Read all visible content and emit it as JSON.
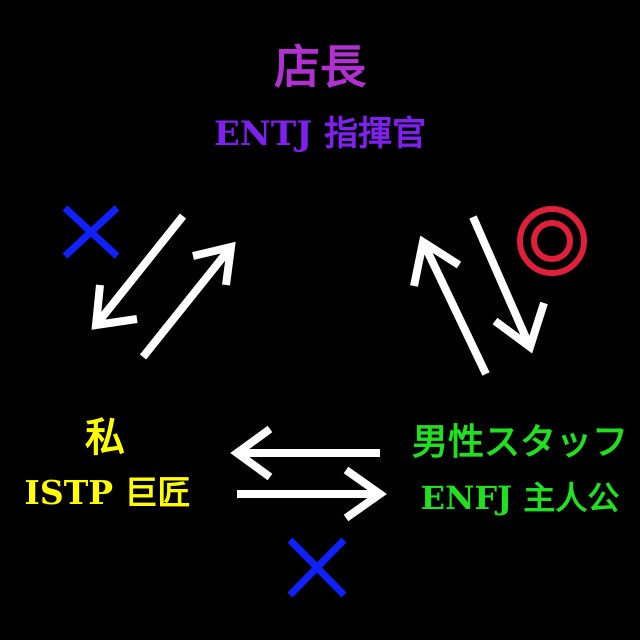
{
  "colors": {
    "background": "#000000",
    "boss": "#b030d0",
    "boss_role": "#8020f0",
    "me": "#ffff00",
    "staff": "#20e020",
    "arrow": "#ffffff",
    "cross": "#1020ff",
    "double_circle": "#e0203a"
  },
  "nodes": {
    "top": {
      "name": "店長",
      "role": "ENTJ 指揮官"
    },
    "left": {
      "name": "私",
      "role": "ISTP 巨匠"
    },
    "right": {
      "name": "男性スタッフ",
      "role": "ENFJ 主人公"
    }
  },
  "relations": [
    {
      "between": [
        "left",
        "top"
      ],
      "mark": "cross-icon"
    },
    {
      "between": [
        "top",
        "right"
      ],
      "mark": "double-circle-icon"
    },
    {
      "between": [
        "left",
        "right"
      ],
      "mark": "cross-icon"
    }
  ]
}
